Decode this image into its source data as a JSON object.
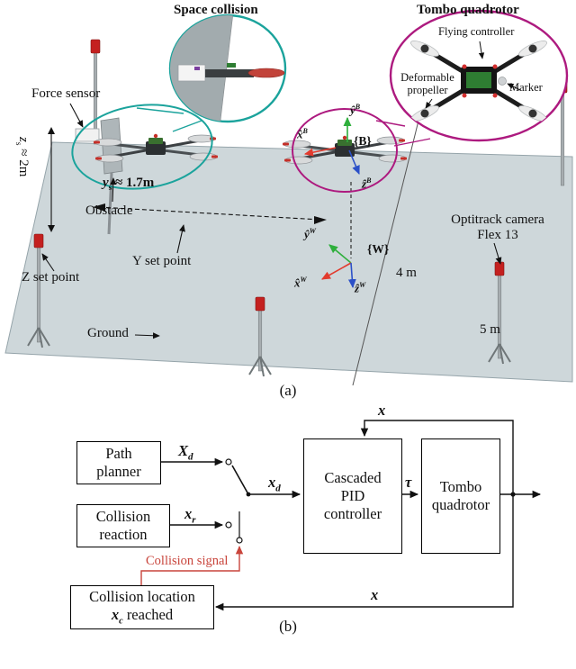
{
  "figure": {
    "caption_a": "(a)",
    "caption_b": "(b)"
  },
  "scene": {
    "callouts": {
      "space_collision": "Space collision",
      "tombo_quadrotor": "Tombo quadrotor",
      "flying_controller": "Flying controller",
      "deformable_propeller": "Deformable propeller",
      "marker": "Marker"
    },
    "labels": {
      "force_sensor": "Force sensor",
      "obstacle": "Obstacle",
      "zs_main": "z",
      "zs_sub": "s",
      "zs_rest": " ≈ 2m",
      "ys_main": "y",
      "ys_sub": "s",
      "ys_rest": " ≈ 1.7m",
      "y_set_point": "Y set point",
      "z_set_point": "Z set point",
      "optitrack_line1": "Optitrack camera",
      "optitrack_line2": "Flex 13",
      "ground": "Ground",
      "dim_4m": "4 m",
      "dim_5m": "5 m"
    },
    "axes": {
      "body": {
        "x": "x̂",
        "y": "ŷ",
        "z": "ẑ",
        "sup": "B",
        "frame": "{B}"
      },
      "world": {
        "x": "x̂",
        "y": "ŷ",
        "z": "ẑ",
        "sup": "W",
        "frame": "{W}"
      }
    },
    "colors": {
      "teal": "#1ba39c",
      "magenta": "#ad1a7f",
      "marker_red": "#c4201f"
    }
  },
  "diagram": {
    "blocks": {
      "path_planner": "Path\nplanner",
      "collision_reaction": "Collision\nreaction",
      "cascaded_pid": "Cascaded\nPID\ncontroller",
      "tombo_quadrotor": "Tombo\nquadrotor",
      "collision_location_line1": "Collision location",
      "collision_location_x": "x",
      "collision_location_sub": "c",
      "collision_location_suffix": " reached"
    },
    "signals": {
      "Xd_main": "X",
      "Xd_sub": "d",
      "xr_main": "x",
      "xr_sub": "r",
      "xd_main": "x",
      "xd_sub": "d",
      "tau": "τ",
      "x_top": "x",
      "x_bottom": "x",
      "collision_signal": "Collision signal"
    },
    "colors": {
      "signal_red": "#c9453c"
    }
  }
}
